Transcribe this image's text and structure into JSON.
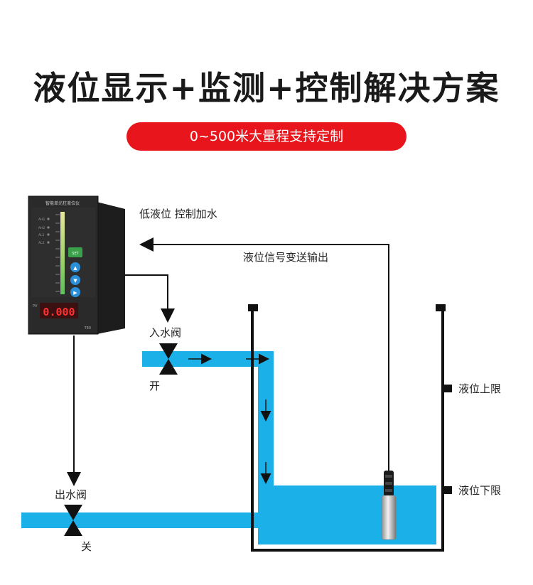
{
  "title": "液位显示+监测+控制解决方案",
  "subtitle": "0~500米大量程支持定制",
  "labels": {
    "low_level_control": "低液位 控制加水",
    "signal_output": "液位信号变送输出",
    "inlet_valve": "入水阀",
    "inlet_state": "开",
    "outlet_valve": "出水阀",
    "outlet_state": "关",
    "upper_limit": "液位上限",
    "lower_limit": "液位下限"
  },
  "device": {
    "header": "智能单光柱液位仪",
    "model": "T80",
    "pv_label": "PV",
    "display_value": "0.000",
    "indicators": [
      "AH1",
      "AH2",
      "AL1",
      "AL2"
    ],
    "button_set": "SET"
  },
  "colors": {
    "water": "#1bb0e8",
    "accent": "#e8161c",
    "line": "#111111"
  }
}
